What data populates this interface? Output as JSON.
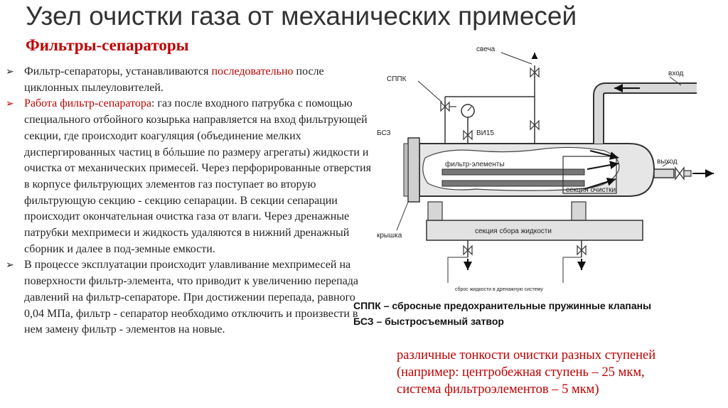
{
  "title": "Узел очистки газа от механических примесей",
  "subtitle": "Фильтры-сепараторы",
  "bullets": [
    {
      "marker": "➢",
      "parts": [
        {
          "text": "Фильтр-сепараторы, устанавливаются ",
          "color": "#222222"
        },
        {
          "text": "последовательно",
          "color": "#c00000"
        },
        {
          "text": " после циклонных пылеуловителей.",
          "color": "#222222"
        }
      ]
    },
    {
      "marker": "➢",
      "parts": [
        {
          "text": "Работа фильтр-сепаратора",
          "color": "#c00000"
        },
        {
          "text": ": газ после входного патрубка с помощью специального отбойного козырька направляется на вход фильтрующей секции, где происходит коагуляция (объединение мелких диспергированных частиц в бóльшие по размеру агрегаты) жидкости и очистка от механических примесей. Через перфорированные отверстия в корпусе фильтрующих элементов газ поступает во вторую фильтрующую секцию - секцию сепарации. В секции сепарации происходит окончательная очистка газа от влаги. Через дренажные патрубки мехпримеси и жидкость удаляются в нижний дренажный сборник и далее в под-земные емкости.",
          "color": "#222222"
        }
      ]
    },
    {
      "marker": "➢",
      "parts": [
        {
          "text": "В процессе эксплуатации происходит улавливание мехпримесей на поверхности фильтр-элемента, что приводит к увеличению перепада давлений на фильтр-сепараторе. При достижении перепада, равного 0,04 МПа, фильтр - сепаратор необходимо отключить и произвести в нем замену фильтр - элементов на новые.",
          "color": "#222222"
        }
      ]
    }
  ],
  "diagram": {
    "labels": {
      "svecha": "свеча",
      "sppk": "СППК",
      "vhod": "вход",
      "vi15": "ВИ15",
      "bsz": "БСЗ",
      "filter_elements": "фильтр-элементы",
      "vyhod": "выход",
      "section_cleaning": "секция очистки",
      "kryshka": "крышка",
      "section_liquid": "секция сбора жидкости",
      "drain": "сброс жидкости в дренажную систему"
    }
  },
  "legend": {
    "line1": "СППК – сбросные предохранительные пружинные клапаны",
    "line2": "БСЗ – быстросъемный затвор"
  },
  "note": {
    "line1": "различные тонкости очистки разных ступеней",
    "line2": "(например: центробежная ступень – 25 мкм,",
    "line3": "система фильтроэлементов – 5 мкм)"
  }
}
